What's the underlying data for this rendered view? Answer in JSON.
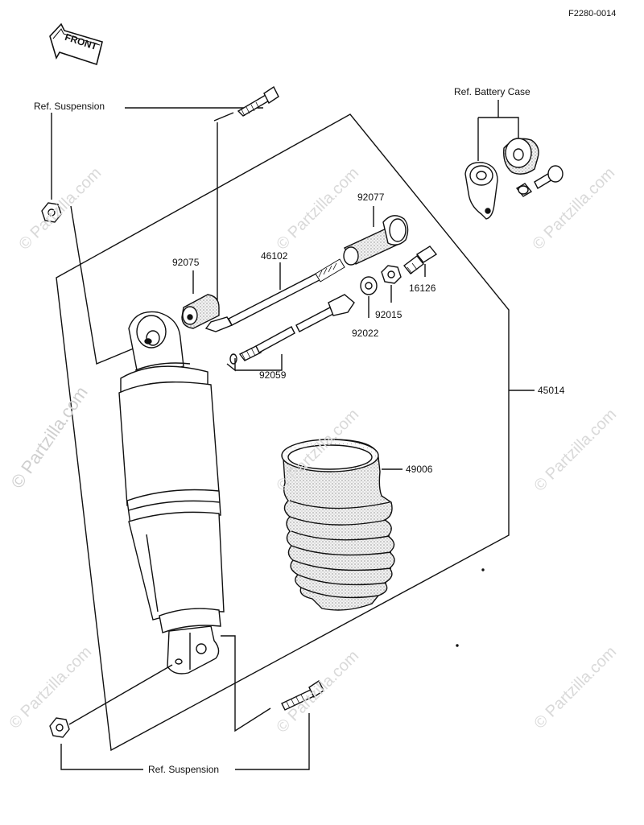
{
  "diagram": {
    "code": "F2280-0014",
    "front_label": "FRONT",
    "ref_suspension_label": "Ref. Suspension",
    "ref_battery_case_label": "Ref. Battery Case"
  },
  "parts": {
    "p92077": "92077",
    "p92075": "92075",
    "p46102": "46102",
    "p16126": "16126",
    "p92015": "92015",
    "p92022": "92022",
    "p92059": "92059",
    "p45014": "45014",
    "p49006": "49006"
  },
  "watermark": {
    "text": "© Partzilla.com"
  },
  "colors": {
    "line": "#111111",
    "watermark": "#d9d9d9",
    "background": "#ffffff"
  }
}
